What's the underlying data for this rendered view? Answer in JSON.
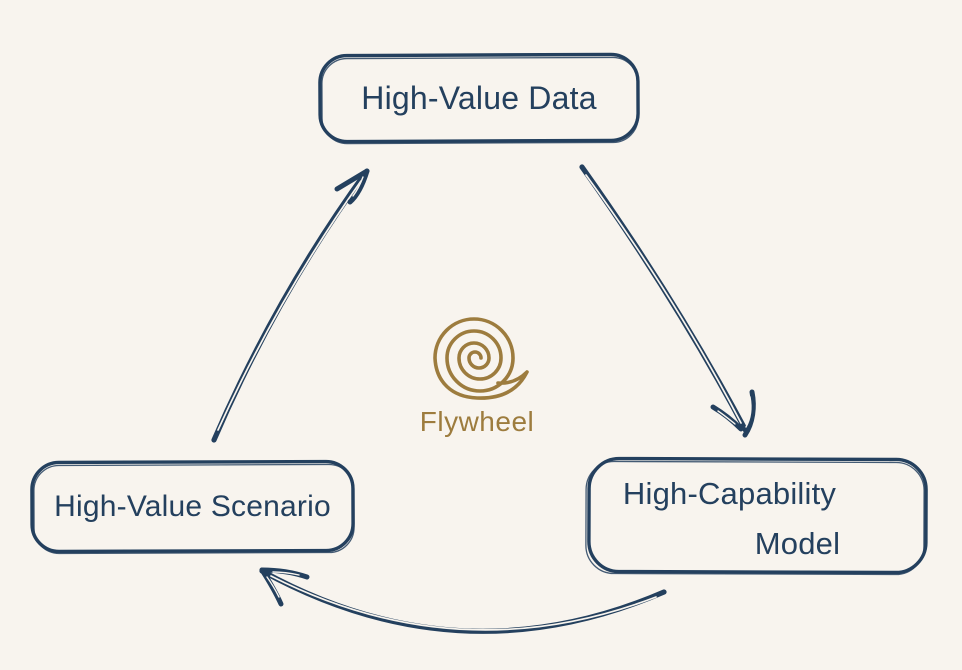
{
  "diagram": {
    "background_color": "#f8f4ee",
    "ink_color": "#24405e",
    "accent_color": "#9d7c3e",
    "center": {
      "icon": "spiral-icon",
      "label": "Flywheel"
    },
    "nodes": [
      {
        "id": "high-value-data",
        "label": "High-Value Data"
      },
      {
        "id": "high-capability-model",
        "label_line1": "High-Capability",
        "label_line2": "Model"
      },
      {
        "id": "high-value-scenario",
        "label": "High-Value Scenario"
      }
    ]
  }
}
